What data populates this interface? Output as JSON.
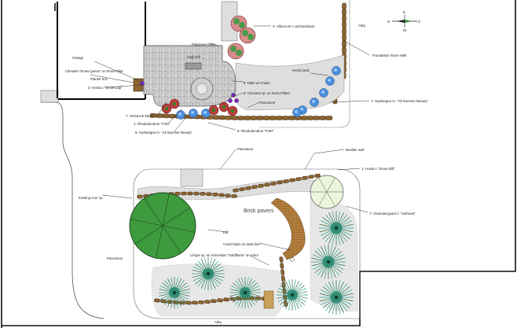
{
  "compass": {
    "north": "N",
    "east": "E",
    "south": "S",
    "west": "W"
  },
  "labels": {
    "alley_top": "Alley",
    "alley_bottom": "Alley",
    "viburnum": "3- Viburnum x carlcephalum",
    "foundation_wall": "Foundation Stone Wall",
    "flagstone_patio": "Flagstone Patio",
    "gas_grill": "Gas Grill",
    "garage": "Garage",
    "clematis_pillar_left": "Clematis \"Snow Queen\" on Rose Pillar",
    "planter_box": "Planter box",
    "hosta_left": "3- Hosta x \"Snow Cap\"",
    "hosta_beds": "Hosta beds",
    "table_chairs": "5' Table w/ Chairs",
    "clematis_pillars": "3- Clematis sp. on Rose Pillars",
    "pavestone_top": "Pavestone",
    "hydrangea_right": "7- Hydrangea m. \"All Summer Beauty\"",
    "versa_lok": "7- Versa-lok Steps",
    "rhodo_left": "1- Rhododendron \"PJM\"",
    "hydrangea_left": "5- Hydrangea m. \"All Summer Beauty\"",
    "rhodo_mid": "5- Rhododendron \"PJM\"",
    "pavestone_mid": "Pavestone",
    "boulder_wall": "Boulder wall",
    "hosta_snowdrift": "1- Hosta x \"Snow drift\"",
    "existing_tree": "Existing Acer sp.",
    "brick_pavers": "Brick pavers",
    "chamaecyparis": "7- Chamaecyparis f. \"Sulfurea\"",
    "turf": "Turf",
    "catch_basin": "Catch basin w/ drain line",
    "pavestone_bottom": "Pavestone",
    "liriope": "Liriope sp. w/ Arborvitae \"Goldflame\" on Arbor"
  },
  "colors": {
    "wall_brown": "#8c6430",
    "wall_outline": "#3d2a10",
    "flagstone": "#cfcfcf",
    "pavestone": "#dcdcdc",
    "tree_green": "#3d9a3d",
    "hydrangea_blue": "#4a8fe0",
    "rhodo_red": "#c23c3c",
    "clematis_purple": "#7a2ab8",
    "conifer_green": "#2d6a3a",
    "brick": "#b07a3a"
  }
}
